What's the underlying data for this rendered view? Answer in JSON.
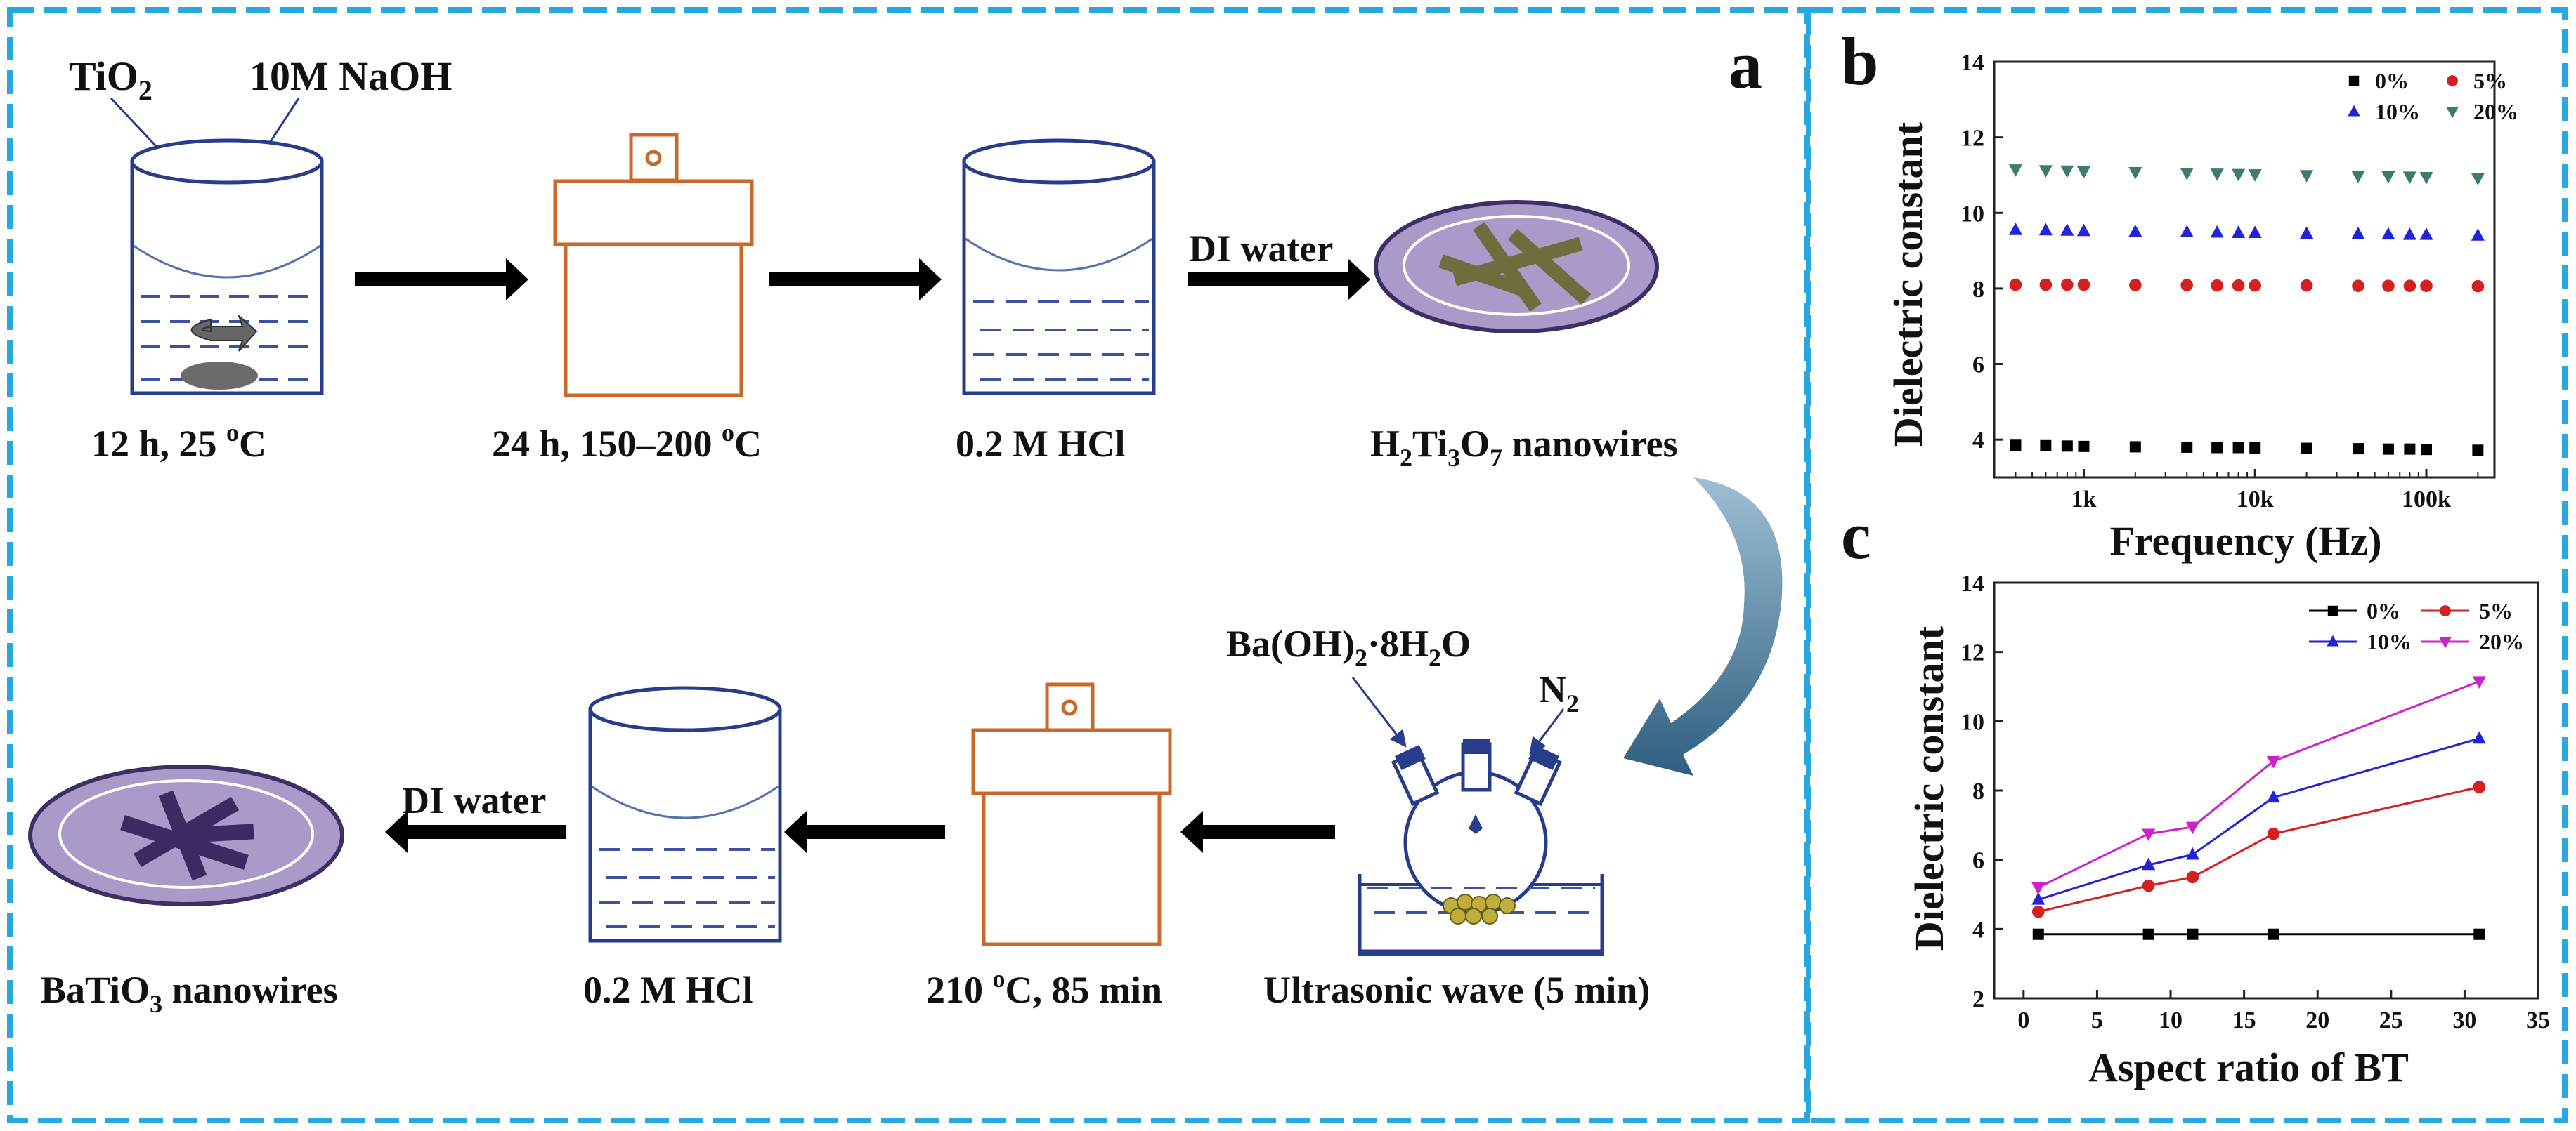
{
  "panel_a": {
    "label": "a",
    "top_labels": {
      "tio2_main": "TiO",
      "tio2_sub": "2",
      "naoh": "10M NaOH"
    },
    "steps_top": {
      "s1_a": "12 h, 25 ",
      "s1_sup": "o",
      "s1_b": "C",
      "s2_a": "24 h, 150–200 ",
      "s2_sup": "o",
      "s2_b": "C",
      "s3": "0.2 M HCl",
      "s4_h": "H",
      "s4_sub1": "2",
      "s4_ti": "Ti",
      "s4_sub2": "3",
      "s4_o": "O",
      "s4_sub3": "7",
      "s4_tail": " nanowires",
      "di_water": "DI water"
    },
    "steps_bottom": {
      "ba_a": "Ba(OH)",
      "ba_sub": "2",
      "ba_b": "·8H",
      "ba_sub2": "2",
      "ba_c": "O",
      "n2_main": "N",
      "n2_sub": "2",
      "ultra": "Ultrasonic wave (5 min)",
      "s6_a": "210 ",
      "s6_sup": "o",
      "s6_b": "C, 85 min",
      "s7": "0.2 M HCl",
      "di_water": "DI water",
      "bt_a": "BaTiO",
      "bt_sub": "3",
      "bt_b": " nanowires"
    }
  },
  "chart_data": [
    {
      "panel": "b",
      "type": "scatter",
      "xlabel": "Frequency (Hz)",
      "ylabel": "Dielectric constant",
      "xscale": "log",
      "xlim": [
        300,
        250000
      ],
      "ylim": [
        3,
        14
      ],
      "xticks": [
        1000,
        10000,
        100000
      ],
      "xtick_labels": [
        "1k",
        "10k",
        "100k"
      ],
      "yticks": [
        4,
        6,
        8,
        10,
        12,
        14
      ],
      "legend_position": "top-right",
      "x": [
        400,
        600,
        800,
        1000,
        2000,
        4000,
        6000,
        8000,
        10000,
        20000,
        40000,
        60000,
        80000,
        100000,
        200000
      ],
      "series": [
        {
          "name": "0%",
          "marker": "square",
          "color": "#000000",
          "values": [
            3.85,
            3.84,
            3.83,
            3.82,
            3.81,
            3.8,
            3.79,
            3.79,
            3.78,
            3.77,
            3.76,
            3.75,
            3.75,
            3.74,
            3.72
          ]
        },
        {
          "name": "5%",
          "marker": "circle",
          "color": "#d42020",
          "values": [
            8.1,
            8.1,
            8.1,
            8.1,
            8.09,
            8.09,
            8.08,
            8.08,
            8.08,
            8.08,
            8.07,
            8.07,
            8.07,
            8.07,
            8.06
          ]
        },
        {
          "name": "10%",
          "marker": "triangle-up",
          "color": "#2323d8",
          "values": [
            9.55,
            9.54,
            9.53,
            9.52,
            9.5,
            9.49,
            9.48,
            9.47,
            9.47,
            9.45,
            9.44,
            9.43,
            9.42,
            9.42,
            9.4
          ]
        },
        {
          "name": "20%",
          "marker": "triangle-down",
          "color": "#3d7a70",
          "values": [
            11.15,
            11.13,
            11.12,
            11.1,
            11.08,
            11.06,
            11.04,
            11.03,
            11.02,
            11.0,
            10.98,
            10.97,
            10.96,
            10.95,
            10.92
          ]
        }
      ]
    },
    {
      "panel": "c",
      "type": "line",
      "xlabel": "Aspect ratio of BT",
      "ylabel": "Dielectric constant",
      "xlim": [
        -2,
        35
      ],
      "ylim": [
        2,
        14
      ],
      "xticks": [
        0,
        5,
        10,
        15,
        20,
        25,
        30,
        35
      ],
      "yticks": [
        2,
        4,
        6,
        8,
        10,
        12,
        14
      ],
      "legend_position": "top-right",
      "x": [
        1,
        8.5,
        11.5,
        17,
        31
      ],
      "series": [
        {
          "name": "0%",
          "marker": "square",
          "color": "#000000",
          "values": [
            3.85,
            3.85,
            3.85,
            3.85,
            3.85
          ]
        },
        {
          "name": "5%",
          "marker": "circle",
          "color": "#d42020",
          "values": [
            4.5,
            5.25,
            5.5,
            6.75,
            8.1
          ]
        },
        {
          "name": "10%",
          "marker": "triangle-up",
          "color": "#2323d8",
          "values": [
            4.85,
            5.85,
            6.15,
            7.8,
            9.5
          ]
        },
        {
          "name": "20%",
          "marker": "triangle-down",
          "color": "#cc22cc",
          "values": [
            5.2,
            6.75,
            6.95,
            8.85,
            11.15
          ]
        }
      ]
    }
  ],
  "colors": {
    "border": "#29a8e0",
    "autoclave": "#c8692b",
    "beaker": "#273c8a",
    "dish_fill": "#a99ac9",
    "arrow": "#000000",
    "curved_arrow": "#3a6b8e"
  }
}
